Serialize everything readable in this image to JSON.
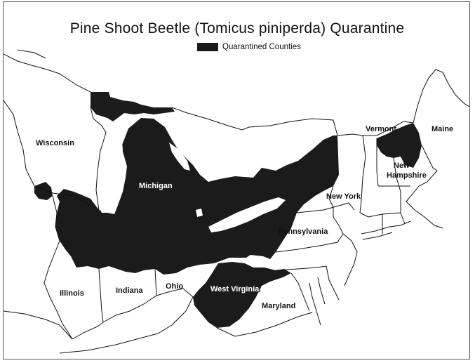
{
  "map": {
    "title": "Pine Shoot Beetle (Tomicus piniperda) Quarantine",
    "legend": {
      "label": "Quarantined Counties",
      "color": "#1b1b1b"
    },
    "quarantine_color": "#1b1b1b",
    "water_color": "#ffffff",
    "states": {
      "wisconsin": "Wisconsin",
      "michigan": "Michigan",
      "illinois": "Illinois",
      "indiana": "Indiana",
      "ohio": "Ohio",
      "pennsylvania": "Pennsylvania",
      "new_york": "New York",
      "west_virginia": "West Virginia",
      "maryland": "Maryland",
      "vermont": "Vermont",
      "new_hampshire_line1": "New",
      "new_hampshire_line2": "Hampshire",
      "maine": "Maine"
    }
  }
}
